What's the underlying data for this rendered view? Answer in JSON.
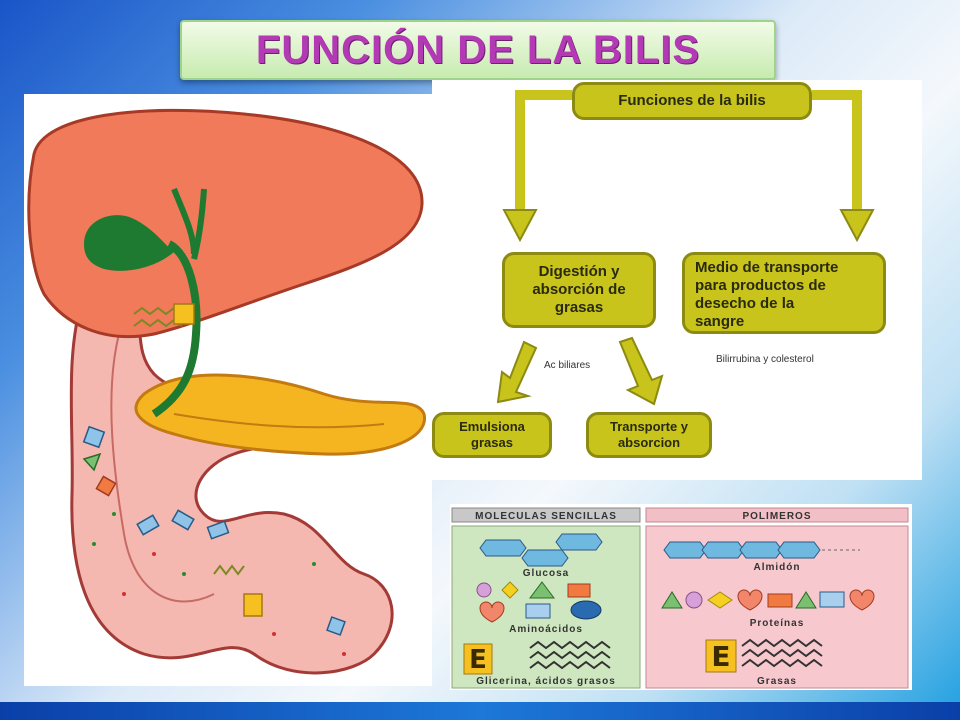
{
  "title": "FUNCIÓN DE LA BILIS",
  "flowchart": {
    "root": "Funciones de la bilis",
    "left_branch": "Digestión y absorción de grasas",
    "right_branch_lines": [
      "Medio de transporte",
      "para productos de",
      "desecho de la",
      "sangre"
    ],
    "left_note": "Ac biliares",
    "right_note": "Bilirrubina y colesterol",
    "leaf_left": "Emulsiona grasas",
    "leaf_right": "Transporte y absorcion"
  },
  "molecules": {
    "left_header": "MOLECULAS SENCILLAS",
    "right_header": "POLIMEROS",
    "left_items": [
      "Glucosa",
      "Aminoácidos",
      "Glicerina, ácidos grasos"
    ],
    "right_items": [
      "Almidón",
      "Proteínas",
      "Grasas"
    ],
    "glycerol_letter": "E"
  },
  "colors": {
    "liver": "#f07a5a",
    "gallbladder": "#1e7a30",
    "pancreas": "#f5b520",
    "intestine": "#f4b8b0",
    "flow_box": "#c8c41c",
    "title_text": "#b339b5"
  }
}
